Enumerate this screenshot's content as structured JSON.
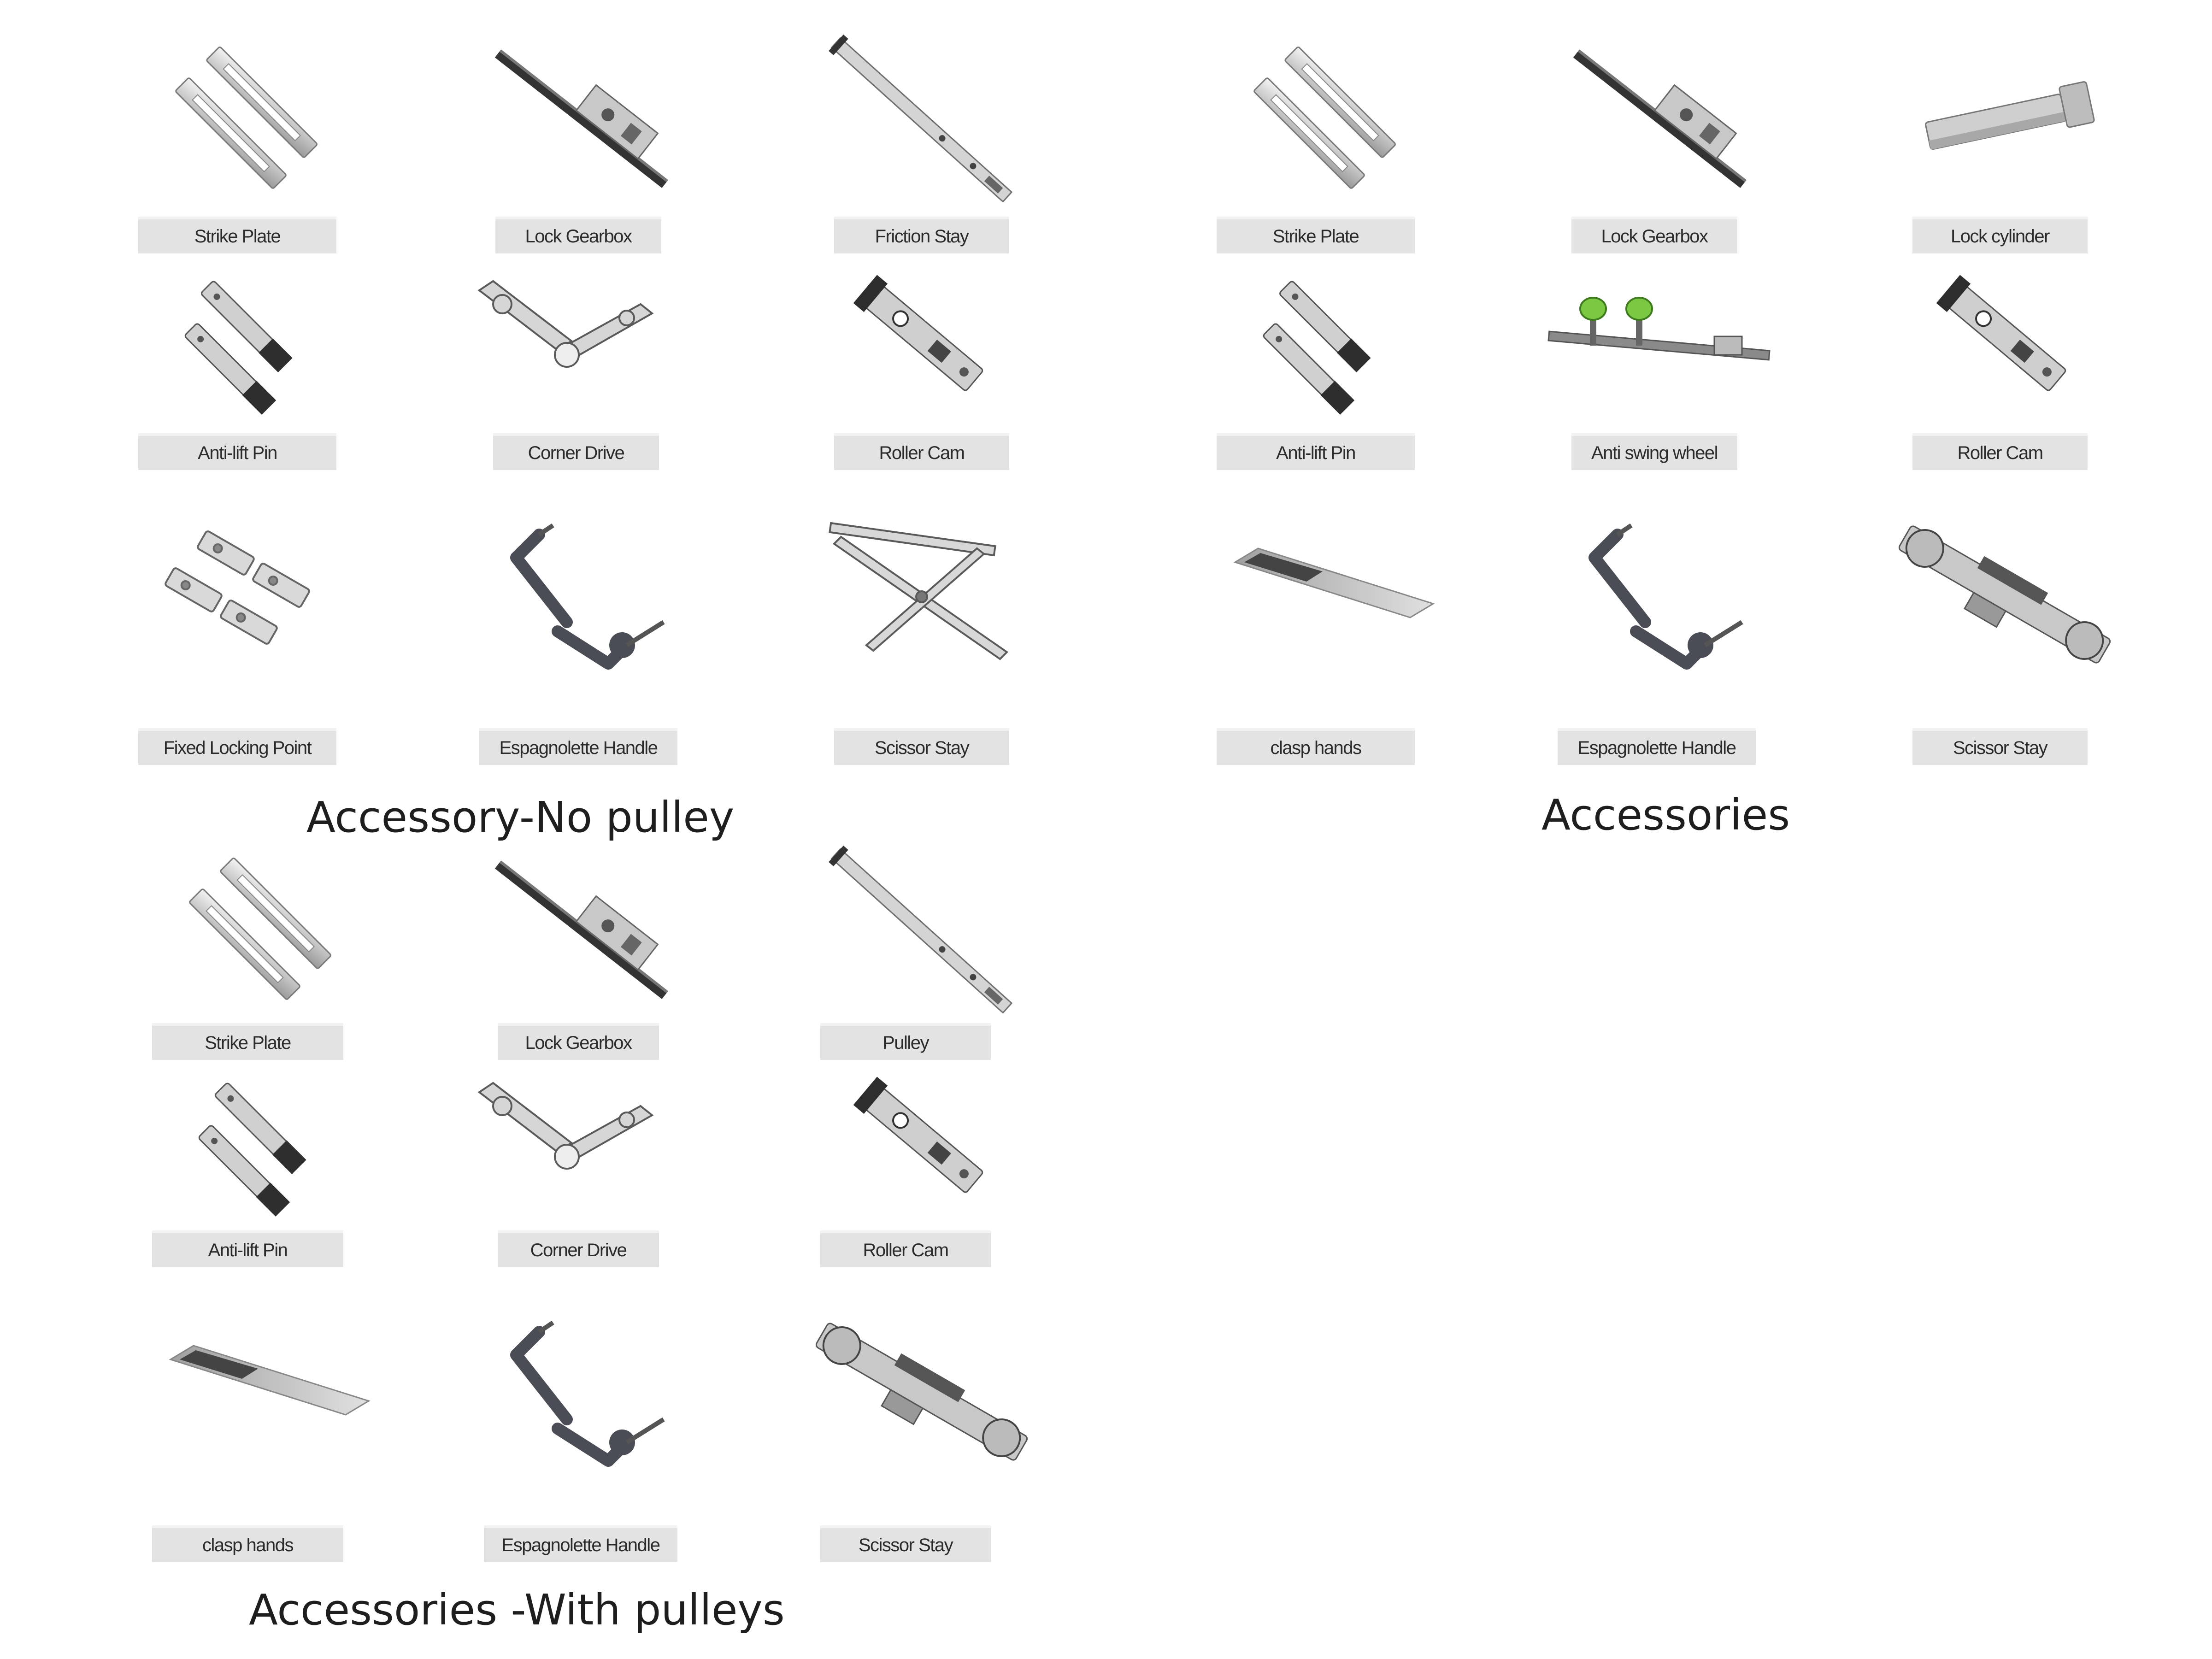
{
  "sections": [
    {
      "title": "Accessory-No pulley",
      "items": [
        {
          "label": "Strike Plate",
          "icon": "strike-plate-icon"
        },
        {
          "label": "Lock Gearbox",
          "icon": "lock-gearbox-icon"
        },
        {
          "label": "Friction Stay",
          "icon": "friction-stay-icon"
        },
        {
          "label": "Anti-lift Pin",
          "icon": "anti-lift-pin-icon"
        },
        {
          "label": "Corner Drive",
          "icon": "corner-drive-icon"
        },
        {
          "label": "Roller Cam",
          "icon": "roller-cam-icon"
        },
        {
          "label": "Fixed Locking Point",
          "icon": "fixed-locking-point-icon"
        },
        {
          "label": "Espagnolette Handle",
          "icon": "espagnolette-handle-icon"
        },
        {
          "label": "Scissor Stay",
          "icon": "scissor-stay-icon"
        }
      ]
    },
    {
      "title": "Accessories",
      "items": [
        {
          "label": "Strike Plate",
          "icon": "strike-plate-icon"
        },
        {
          "label": "Lock Gearbox",
          "icon": "lock-gearbox-icon"
        },
        {
          "label": "Lock cylinder",
          "icon": "lock-cylinder-icon"
        },
        {
          "label": "Anti-lift Pin",
          "icon": "anti-lift-pin-icon"
        },
        {
          "label": "Anti swing wheel",
          "icon": "anti-swing-wheel-icon"
        },
        {
          "label": "Roller Cam",
          "icon": "roller-cam-icon"
        },
        {
          "label": "clasp hands",
          "icon": "clasp-hands-icon"
        },
        {
          "label": "Espagnolette Handle",
          "icon": "espagnolette-handle-icon"
        },
        {
          "label": "Scissor Stay",
          "icon": "sliding-pulley-icon"
        }
      ]
    },
    {
      "title": "Accessories -With pulleys",
      "items": [
        {
          "label": "Strike Plate",
          "icon": "strike-plate-icon"
        },
        {
          "label": "Lock Gearbox",
          "icon": "lock-gearbox-icon"
        },
        {
          "label": "Pulley",
          "icon": "friction-stay-icon"
        },
        {
          "label": "Anti-lift Pin",
          "icon": "anti-lift-pin-icon"
        },
        {
          "label": "Corner Drive",
          "icon": "corner-drive-icon"
        },
        {
          "label": "Roller Cam",
          "icon": "roller-cam-icon"
        },
        {
          "label": "clasp hands",
          "icon": "clasp-hands-icon"
        },
        {
          "label": "Espagnolette Handle",
          "icon": "espagnolette-handle-icon"
        },
        {
          "label": "Scissor Stay",
          "icon": "sliding-pulley-icon"
        }
      ]
    }
  ]
}
